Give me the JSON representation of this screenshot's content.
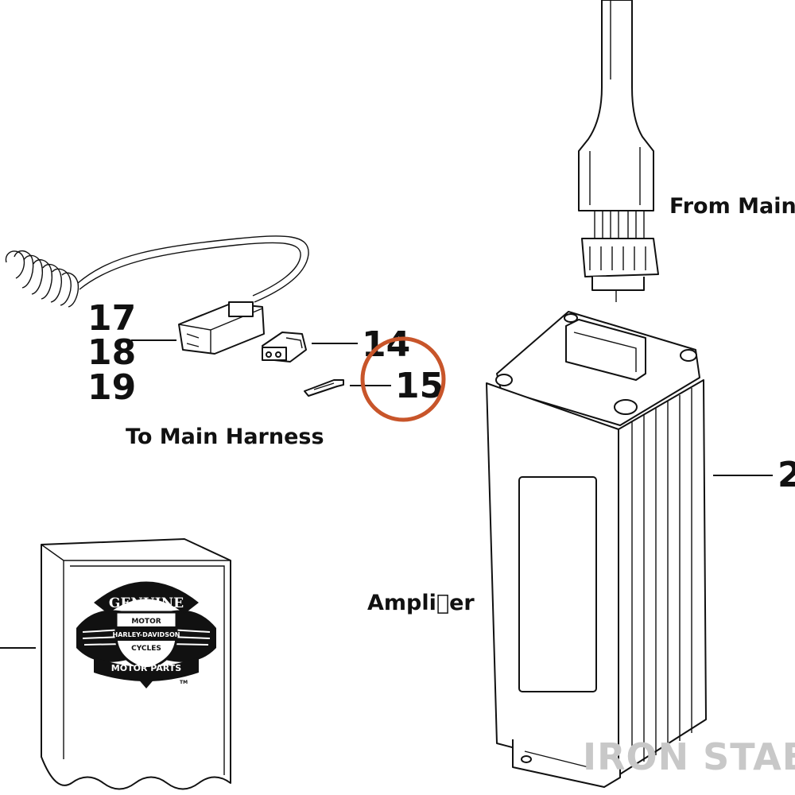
{
  "callouts": {
    "c17": "17",
    "c18": "18",
    "c19": "19",
    "c14": "14",
    "c15": "15",
    "c2": "2"
  },
  "captions": {
    "from_main": "From Main Ha",
    "to_main": "To Main Harness",
    "amplifier": "Ampli\u0000er"
  },
  "logo": {
    "top": "GENUINE",
    "motor": "MOTOR",
    "brand": "HARLEY-DAVIDSON",
    "cycles": "CYCLES",
    "bottom": "MOTOR PARTS",
    "tm": "TM"
  },
  "watermark": "IRON STABLE",
  "colors": {
    "highlight_circle": "#c8552a",
    "line": "#111111",
    "watermark": "#c8c8c8"
  }
}
